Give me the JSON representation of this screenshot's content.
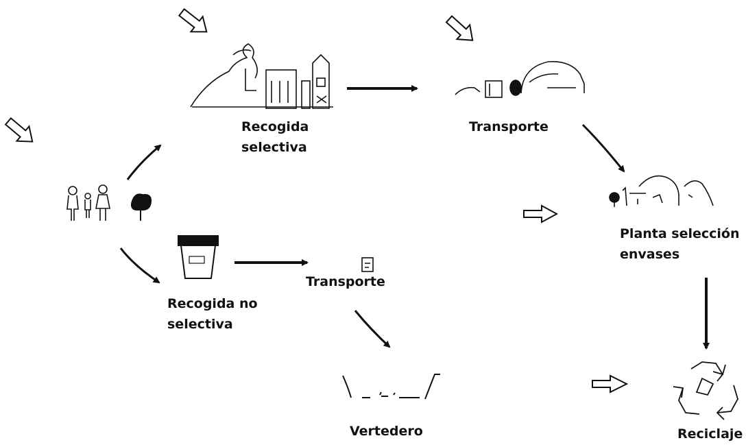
{
  "labels": {
    "recogida_selectiva": [
      "Recogida",
      "selectiva"
    ],
    "transporte_top": "Transporte",
    "planta": [
      "Planta selección",
      "envases"
    ],
    "recogida_no_selectiva": [
      "Recogida no",
      "selectiva"
    ],
    "transporte_bottom": "Transporte",
    "vertedero": "Vertedero",
    "reciclaje": "Reciclaje"
  },
  "icons": {
    "people": "people-tree-icon",
    "city": "city-containers-icon",
    "truck_top": "collection-truck-icon",
    "plant": "sorting-plant-icon",
    "bin": "waste-bin-icon",
    "truck_bottom": "small-truck-icon",
    "landfill": "landfill-icon",
    "recycle": "recycle-symbol-icon"
  },
  "colors": {
    "ink": "#111111",
    "background": "#ffffff"
  }
}
